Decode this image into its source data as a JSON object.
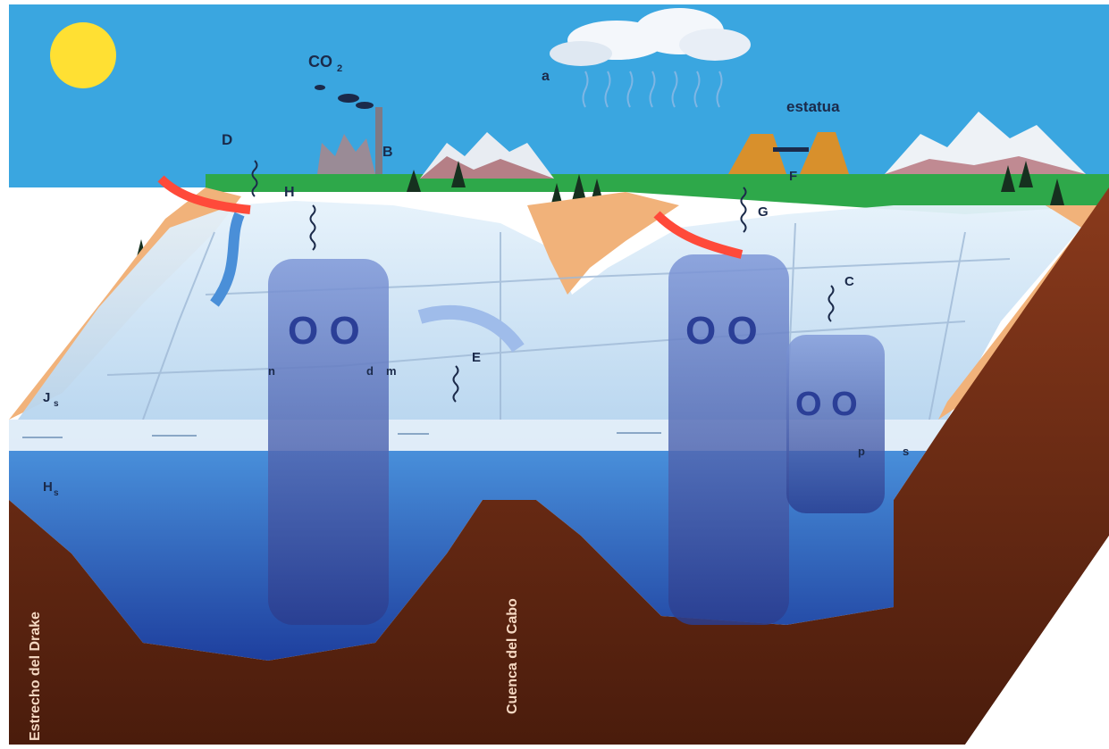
{
  "labels": {
    "co2": "CO",
    "co2_sub": "2",
    "d": "D",
    "b": "B",
    "h": "H",
    "a": "a",
    "volcano": "estatua",
    "f": "F",
    "g": "G",
    "c": "C",
    "e": "E",
    "small_1": "n",
    "small_2": "d",
    "small_3": "m",
    "small_4": "p",
    "small_5": "s",
    "legend_left": "J",
    "legend_left_sub": "s",
    "legend_left_2": "H",
    "legend_left_2_sub": "s",
    "vertical_left": "Estrecho del Drake",
    "vertical_mid": "Cuenca del Cabo"
  },
  "colors": {
    "sky": "#3aa6e0",
    "sun": "#ffe033",
    "land": "#2ea84a",
    "ice_shelf": "#cfe6f7",
    "ocean": "#2a63c6",
    "deep_ocean": "#1c3f9a",
    "seafloor": "#6b2a14",
    "warm_current": "#ff4a3a",
    "column": "#5d77c8"
  }
}
